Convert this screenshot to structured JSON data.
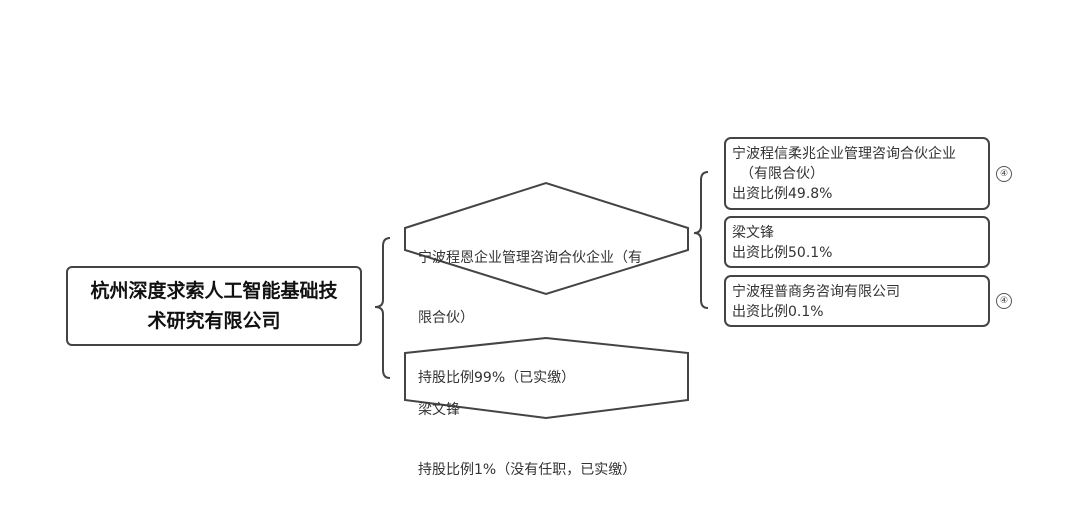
{
  "root": {
    "label": "杭州深度求索人工智能基础技术研究有限公司"
  },
  "shareholders": [
    {
      "name_line1": "宁波程恩企业管理咨询合伙企业（有",
      "name_line2": "限合伙）",
      "detail": "持股比例99%（已实缴）"
    },
    {
      "name_line1": "梁文锋",
      "detail": "持股比例1%（没有任职，已实缴）"
    }
  ],
  "sub_investors": [
    {
      "name_line1": "宁波程信柔兆企业管理咨询合伙企业",
      "name_line2": "（有限合伙）",
      "detail": "出资比例49.8%",
      "badge": "④"
    },
    {
      "name_line1": "梁文锋",
      "detail": "出资比例50.1%"
    },
    {
      "name_line1": "宁波程普商务咨询有限公司",
      "detail": "出资比例0.1%",
      "badge": "④"
    }
  ]
}
